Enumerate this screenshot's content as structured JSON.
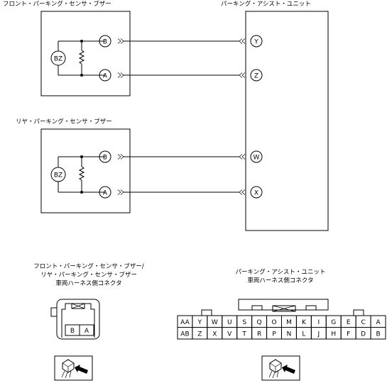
{
  "front_buzzer": {
    "title": "フロント・パーキング・センサ・ブザー",
    "bz": "BZ",
    "pins": [
      "B",
      "A"
    ]
  },
  "rear_buzzer": {
    "title": "リヤ・パーキング・センサ・ブザー",
    "bz": "BZ",
    "pins": [
      "B",
      "A"
    ]
  },
  "unit": {
    "title": "パーキング・アシスト・ユニット",
    "pins": [
      "Y",
      "Z",
      "W",
      "X"
    ]
  },
  "buzzer_connector": {
    "caption_line1": "フロント・パーキング・センサ・ブザー/",
    "caption_line2": "リヤ・パーキング・センサ・ブザー",
    "caption_line3": "車両ハーネス側コネクタ",
    "cells": [
      "B",
      "A"
    ]
  },
  "unit_connector": {
    "caption_line1": "パーキング・アシスト・ユニット",
    "caption_line2": "車両ハーネス側コネクタ",
    "top_row": [
      "AA",
      "Y",
      "W",
      "U",
      "S",
      "Q",
      "O",
      "M",
      "K",
      "I",
      "G",
      "E",
      "C",
      "A"
    ],
    "bottom_row": [
      "AB",
      "Z",
      "X",
      "V",
      "T",
      "R",
      "P",
      "N",
      "L",
      "J",
      "H",
      "F",
      "D",
      "B"
    ]
  }
}
